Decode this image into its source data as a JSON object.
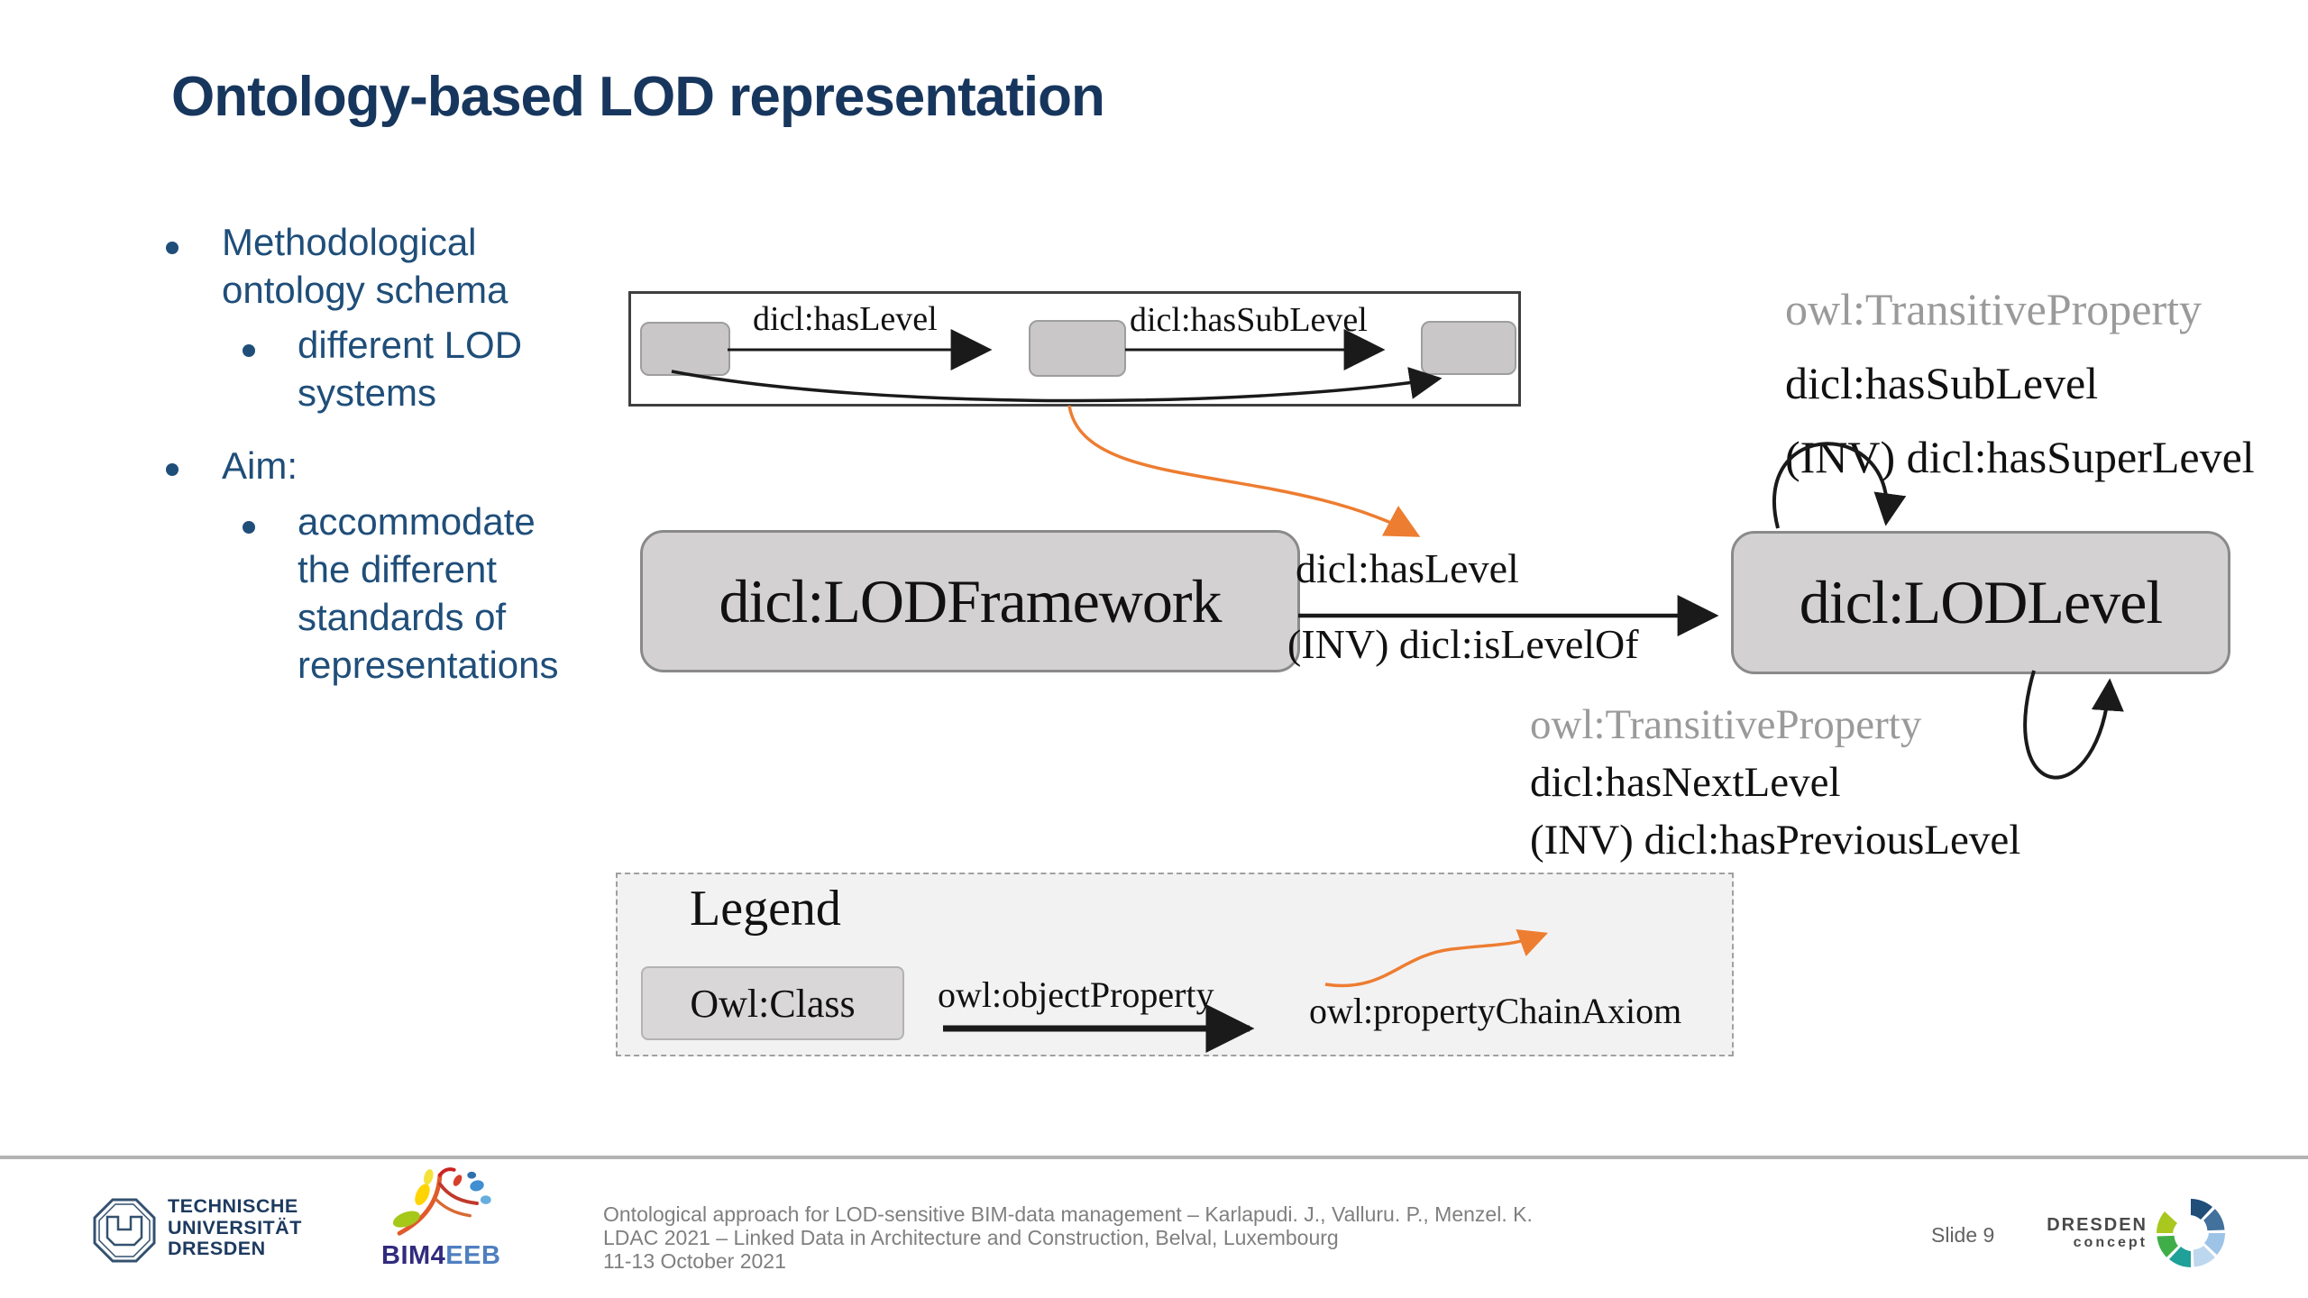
{
  "slide": {
    "title": "Ontology-based LOD representation",
    "bullets": [
      {
        "level": 1,
        "text": "Methodological ontology schema"
      },
      {
        "level": 2,
        "text": "different LOD systems"
      },
      {
        "level": 1,
        "text": "Aim:"
      },
      {
        "level": 2,
        "text": "accommodate the different standards of representations"
      }
    ]
  },
  "diagram": {
    "strip": {
      "has_level": "dicl:hasLevel",
      "has_sub_level": "dicl:hasSubLevel"
    },
    "framework_class": "dicl:LODFramework",
    "level_class": "dicl:LODLevel",
    "edge": {
      "top": "dicl:hasLevel",
      "bottom": "(INV) dicl:isLevelOf"
    },
    "transitive_top": {
      "tag": "owl:TransitiveProperty",
      "property": "dicl:hasSubLevel",
      "inverse": "(INV) dicl:hasSuperLevel"
    },
    "transitive_bottom": {
      "tag": "owl:TransitiveProperty",
      "property": "dicl:hasNextLevel",
      "inverse": "(INV) dicl:hasPreviousLevel"
    }
  },
  "legend": {
    "title": "Legend",
    "class_label": "Owl:Class",
    "object_property": "owl:objectProperty",
    "chain_axiom": "owl:propertyChainAxiom"
  },
  "footer": {
    "university": {
      "line1": "TECHNISCHE",
      "line2": "UNIVERSITÄT",
      "line3": "DRESDEN"
    },
    "project": {
      "bold": "BIM4",
      "light": "EEB"
    },
    "credits": {
      "line1": "Ontological approach for LOD-sensitive BIM-data management – Karlapudi. J., Valluru. P., Menzel. K.",
      "line2": "LDAC 2021 – Linked Data in Architecture and Construction, Belval, Luxembourg",
      "line3": "11-13 October 2021"
    },
    "slide_number": "Slide 9",
    "partner": {
      "name": "DRESDEN",
      "sub": "concept"
    }
  },
  "colors": {
    "title_navy": "#17365D",
    "body_navy": "#1F4E79",
    "accent_orange": "#ED7D31",
    "muted_gray": "#9A9A9A",
    "node_fill": "#D3D1D1",
    "footer_gray": "#7F7F7F"
  },
  "icons": {
    "tu-dresden-logo": "octagon-U-emblem",
    "bim4eeb-logo": "colored-branch-tree",
    "dresden-concept-logo": "pinwheel-ring",
    "object-property-arrow": "solid-black-arrow",
    "property-chain-arrow": "curved-orange-arrow"
  }
}
